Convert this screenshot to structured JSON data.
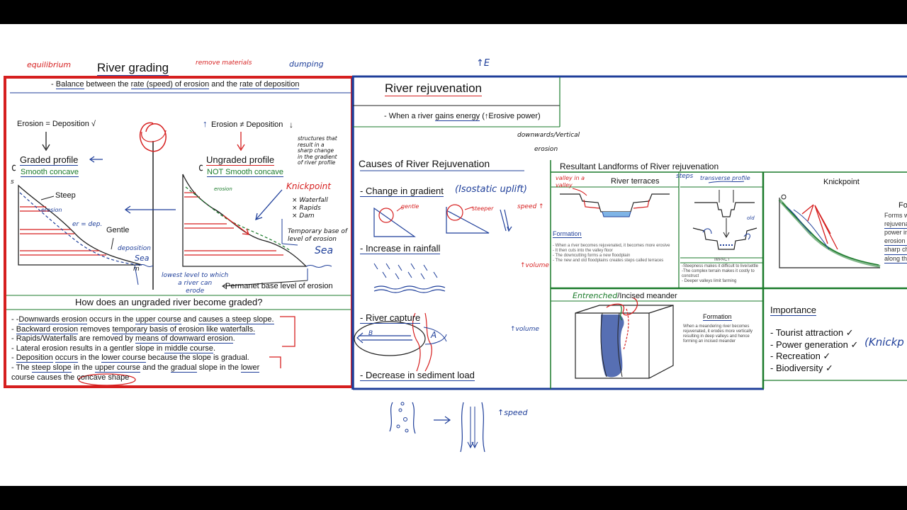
{
  "grading": {
    "title": "River grading",
    "annot_equilibrium": "equilibrium",
    "annot_remove": "remove materials",
    "annot_dumping": "dumping",
    "definition_prefix": "- ",
    "definition_balance": "Balance",
    "definition_mid1": " between the ",
    "definition_rate": "rate (speed) of erosion",
    "definition_mid2": " and the ",
    "definition_dep": "rate of deposition",
    "graded_eq": "Erosion = Deposition √",
    "graded_profile": "Graded profile",
    "graded_shape": "Smooth concave",
    "label_s": "s",
    "label_m": "m",
    "label_steep": "Steep",
    "label_erosion": "erosion",
    "label_er_dep": "er = dep.",
    "label_gentle": "Gentle",
    "label_deposition": "deposition",
    "label_sea1": "Sea",
    "ungraded_eq": "Erosion ≠ Deposition",
    "ungraded_profile": "Ungraded profile",
    "ungraded_shape": "NOT Smooth concave",
    "annot_structures": [
      "structures that",
      "result in a",
      "sharp change",
      "in the gradient",
      "of river profile"
    ],
    "label_knickpoint": "Knickpoint",
    "knick_list": [
      "× Waterfall",
      "× Rapids",
      "× Dam"
    ],
    "label_erosion2": "erosion",
    "temp_base": [
      "Temporary base of",
      "level of erosion"
    ],
    "label_sea2": "Sea",
    "lowest_level": [
      "lowest level to which",
      "a river can",
      "erode"
    ],
    "permanent_base": "Permanet base level of erosion",
    "question": "How does an ungraded river become graded?",
    "answers": [
      [
        "- -",
        "Downwards erosion",
        " occurs in the ",
        "upper course",
        " and ",
        "causes a steep slope.",
        ""
      ],
      [
        "- ",
        "Backward erosion",
        " removes ",
        "temporary basis of erosion like waterfalls.",
        "",
        "",
        ""
      ],
      [
        "- Rapids/Waterfalls are removed by ",
        "means of downward erosion",
        ".",
        "",
        "",
        "",
        ""
      ],
      [
        "- Lateral erosion results in a gentler slope in ",
        "middle course",
        ".",
        "",
        "",
        "",
        ""
      ],
      [
        "- ",
        "Deposition",
        " ",
        "occurs",
        " in the ",
        "lower course",
        " because the slope is gradual."
      ]
    ],
    "answer_last_1": "- The ",
    "answer_last_steep": "steep slope",
    "answer_last_2": " in the ",
    "answer_last_upper": "upper course",
    "answer_last_3": " and the ",
    "answer_last_gradual": "gradual",
    "answer_last_4": " slope in the ",
    "answer_last_lower": "lower",
    "answer_last_5": "course causes the ",
    "answer_last_concave": "concave shape"
  },
  "rejuvenation": {
    "annot_up_e": "↑E",
    "title": "River rejuvenation",
    "definition_1": "- When a river ",
    "definition_gains": "gains energy",
    "definition_2": " (↑Erosive power)",
    "annot_downwards": "downwards/Vertical",
    "annot_erosion": "erosion",
    "causes_title": "Causes of River Rejuvenation",
    "cause_gradient": "- Change in gradient",
    "cause_gradient_annot": "(Isostatic uplift)",
    "label_gentle": "gentle",
    "label_steeper": "steeper",
    "label_speed_up": "speed ↑",
    "cause_rainfall": "- Increase in rainfall",
    "label_volume1": "↑volume",
    "cause_capture": "- River capture",
    "label_b": "B",
    "label_a": "A",
    "label_volume2": "↑volume",
    "cause_sediment": "- Decrease in sediment load",
    "label_speed2": "↑speed"
  },
  "landforms": {
    "title": "Resultant Landforms of River rejuvenation",
    "annot_steps": "steps",
    "terraces_title": "River terraces",
    "annot_valley_in_valley": "valley in a valley",
    "annot_transverse": "transverse profile",
    "label_old": "old",
    "formation_title": "Formation",
    "terraces_formation": [
      "- When a river becomes rejuvenated, it becomes more erosive",
      "- It then cuts into the valley floor",
      "- The downcutting forms a new floodplain",
      "- The new and old floodplains creates steps called terraces"
    ],
    "impact_title": "IMPACT",
    "terraces_impact": [
      "-Steepness makes it difficult to live/settle",
      "-The complex terrain makes it costly to construct",
      "- Deeper valleys limit farming"
    ],
    "knickpoint_title": "Knickpoint",
    "knick_fo": "Fo",
    "knick_text": [
      "Forms w",
      "rejuvena",
      "power in",
      "erosion",
      "sharp ch",
      "along th"
    ],
    "incised_annot": "Entrenched",
    "incised_title": "/Incised meander",
    "incised_formation_title": "Formation",
    "incised_formation": "When a meandering river becomes rejuvenated, it erodes more vertically resulting in deep valleys and hence forming an incised meander",
    "importance_title": "Importance",
    "importance": [
      "- Tourist attraction ✓",
      "- Power generation ✓",
      "- Recreation ✓",
      "- Biodiversity ✓"
    ],
    "importance_knick": "(Knickp"
  },
  "colors": {
    "red": "#d61f1f",
    "blue": "#1f3f9a",
    "green": "#1a7a2a"
  }
}
